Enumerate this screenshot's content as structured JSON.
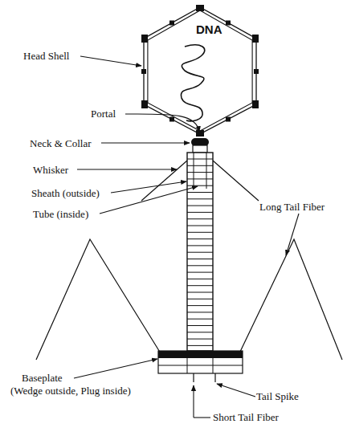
{
  "diagram": {
    "nodes": [
      {
        "text": [
          "DNA"
        ]
      }
    ],
    "labels": [
      "Head Shell",
      "Portal",
      "Neck & Collar",
      "Whisker",
      "Sheath (outside)",
      "Tube (inside)",
      "Long Tail Fiber",
      "Baseplate",
      "(Wedge outside, Plug inside)",
      "Tail Spike",
      "Short Tail Fiber"
    ]
  }
}
